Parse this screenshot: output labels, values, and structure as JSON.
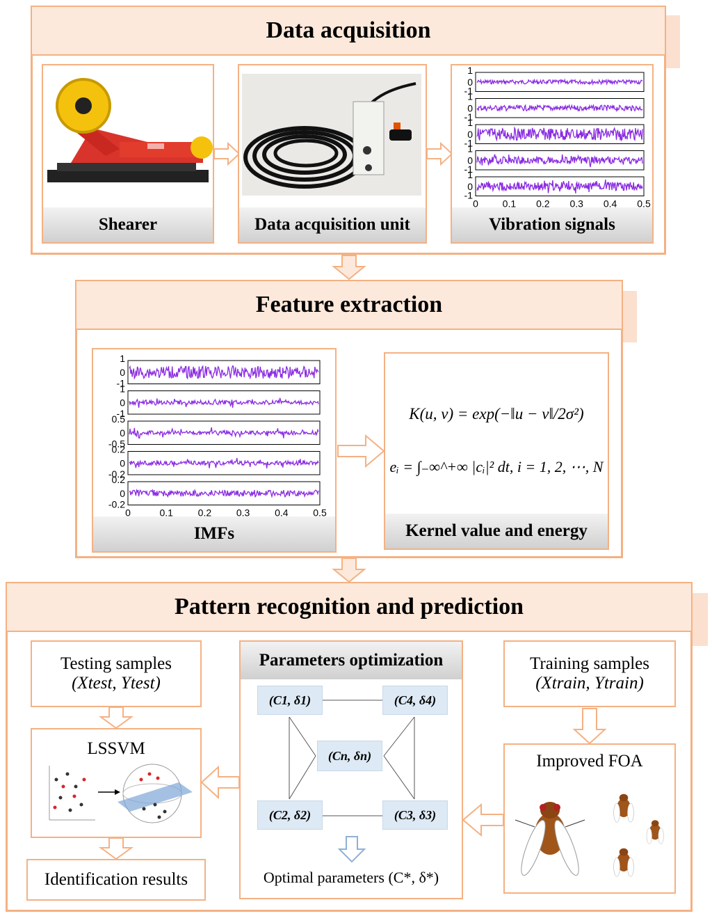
{
  "sections": {
    "data_acquisition": {
      "title": "Data acquisition",
      "panels": {
        "shearer": "Shearer",
        "daq_unit": "Data acquisition unit",
        "vibration": "Vibration signals"
      }
    },
    "feature_extraction": {
      "title": "Feature extraction",
      "panels": {
        "imfs": "IMFs",
        "kernel": "Kernel value and energy"
      },
      "formulas": {
        "kernel": "K(u, v) = exp(−‖u − v‖/2σ²)",
        "energy": "eᵢ = ∫₋∞^+∞ |cᵢ|² dt, i = 1, 2, ⋯, N"
      }
    },
    "pattern_recognition": {
      "title": "Pattern recognition and prediction",
      "testing": {
        "line1": "Testing  samples",
        "line2": "(Xtest, Ytest)"
      },
      "training": {
        "line1": "Training  samples",
        "line2": "(Xtrain, Ytrain)"
      },
      "lssvm": "LSSVM",
      "improved_foa": "Improved FOA",
      "identification": "Identification results",
      "param_opt": {
        "title": "Parameters optimization",
        "nodes": [
          "(C1, δ1)",
          "(C4, δ4)",
          "(Cn, δn)",
          "(C2, δ2)",
          "(C3, δ3)"
        ],
        "optimal": "Optimal parameters (C*, δ*)"
      }
    }
  },
  "vibration_plot": {
    "y_ticks": [
      "1",
      "0",
      "-1"
    ],
    "x_ticks": [
      "0",
      "0.1",
      "0.2",
      "0.3",
      "0.4",
      "0.5"
    ],
    "color": "#8a2be2",
    "channels": 5
  },
  "imf_plot": {
    "y_ticks": [
      [
        "1",
        "0",
        "-1"
      ],
      [
        "1",
        "0",
        "-1"
      ],
      [
        "0.5",
        "0",
        "-0.5"
      ],
      [
        "0.2",
        "0",
        "-0.2"
      ],
      [
        "0.2",
        "0",
        "-0.2"
      ]
    ],
    "x_ticks": [
      "0",
      "0.1",
      "0.2",
      "0.3",
      "0.4",
      "0.5"
    ],
    "color": "#8a2be2"
  },
  "colors": {
    "border": "#f4b183",
    "banner": "#fde9db",
    "node": "#dde9f4",
    "signal": "#8a2be2"
  }
}
